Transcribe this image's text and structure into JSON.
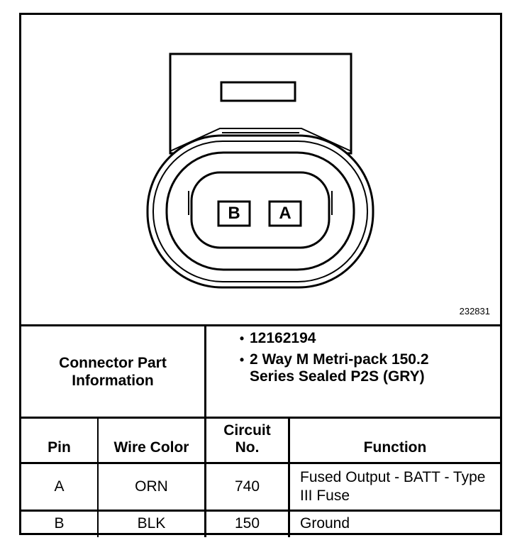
{
  "figure": {
    "id": "232831",
    "pins": [
      {
        "label": "B"
      },
      {
        "label": "A"
      }
    ]
  },
  "connector_info": {
    "label": "Connector Part Information",
    "items": [
      "12162194",
      "2 Way M Metri-pack 150.2 Series Sealed P2S (GRY)"
    ]
  },
  "table": {
    "headers": {
      "pin": "Pin",
      "wire_color": "Wire Color",
      "circuit": "Circuit No.",
      "function": "Function"
    },
    "rows": [
      {
        "pin": "A",
        "wire_color": "ORN",
        "circuit": "740",
        "function": "Fused Output - BATT - Type III Fuse"
      },
      {
        "pin": "B",
        "wire_color": "BLK",
        "circuit": "150",
        "function": "Ground"
      }
    ]
  }
}
